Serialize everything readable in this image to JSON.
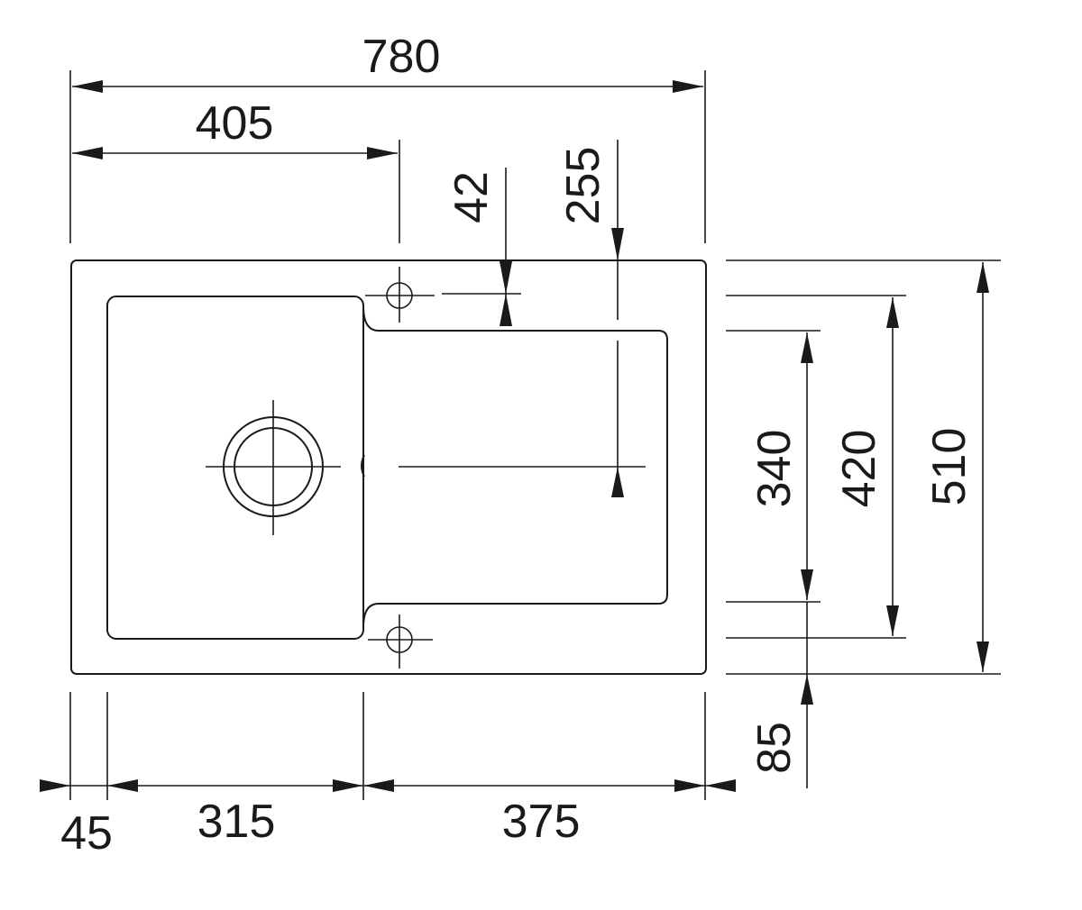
{
  "dimensions": {
    "overall_width": "780",
    "bowl_offset": "405",
    "tap_hole_depth": "42",
    "waste_offset": "255",
    "drainer_depth": "340",
    "bowl_depth": "420",
    "overall_depth": "510",
    "rear_to_edge": "85",
    "left_margin": "45",
    "bowl_width": "315",
    "drainer_width": "375"
  },
  "colors": {
    "line": "#1a1a1a",
    "background": "#ffffff"
  }
}
